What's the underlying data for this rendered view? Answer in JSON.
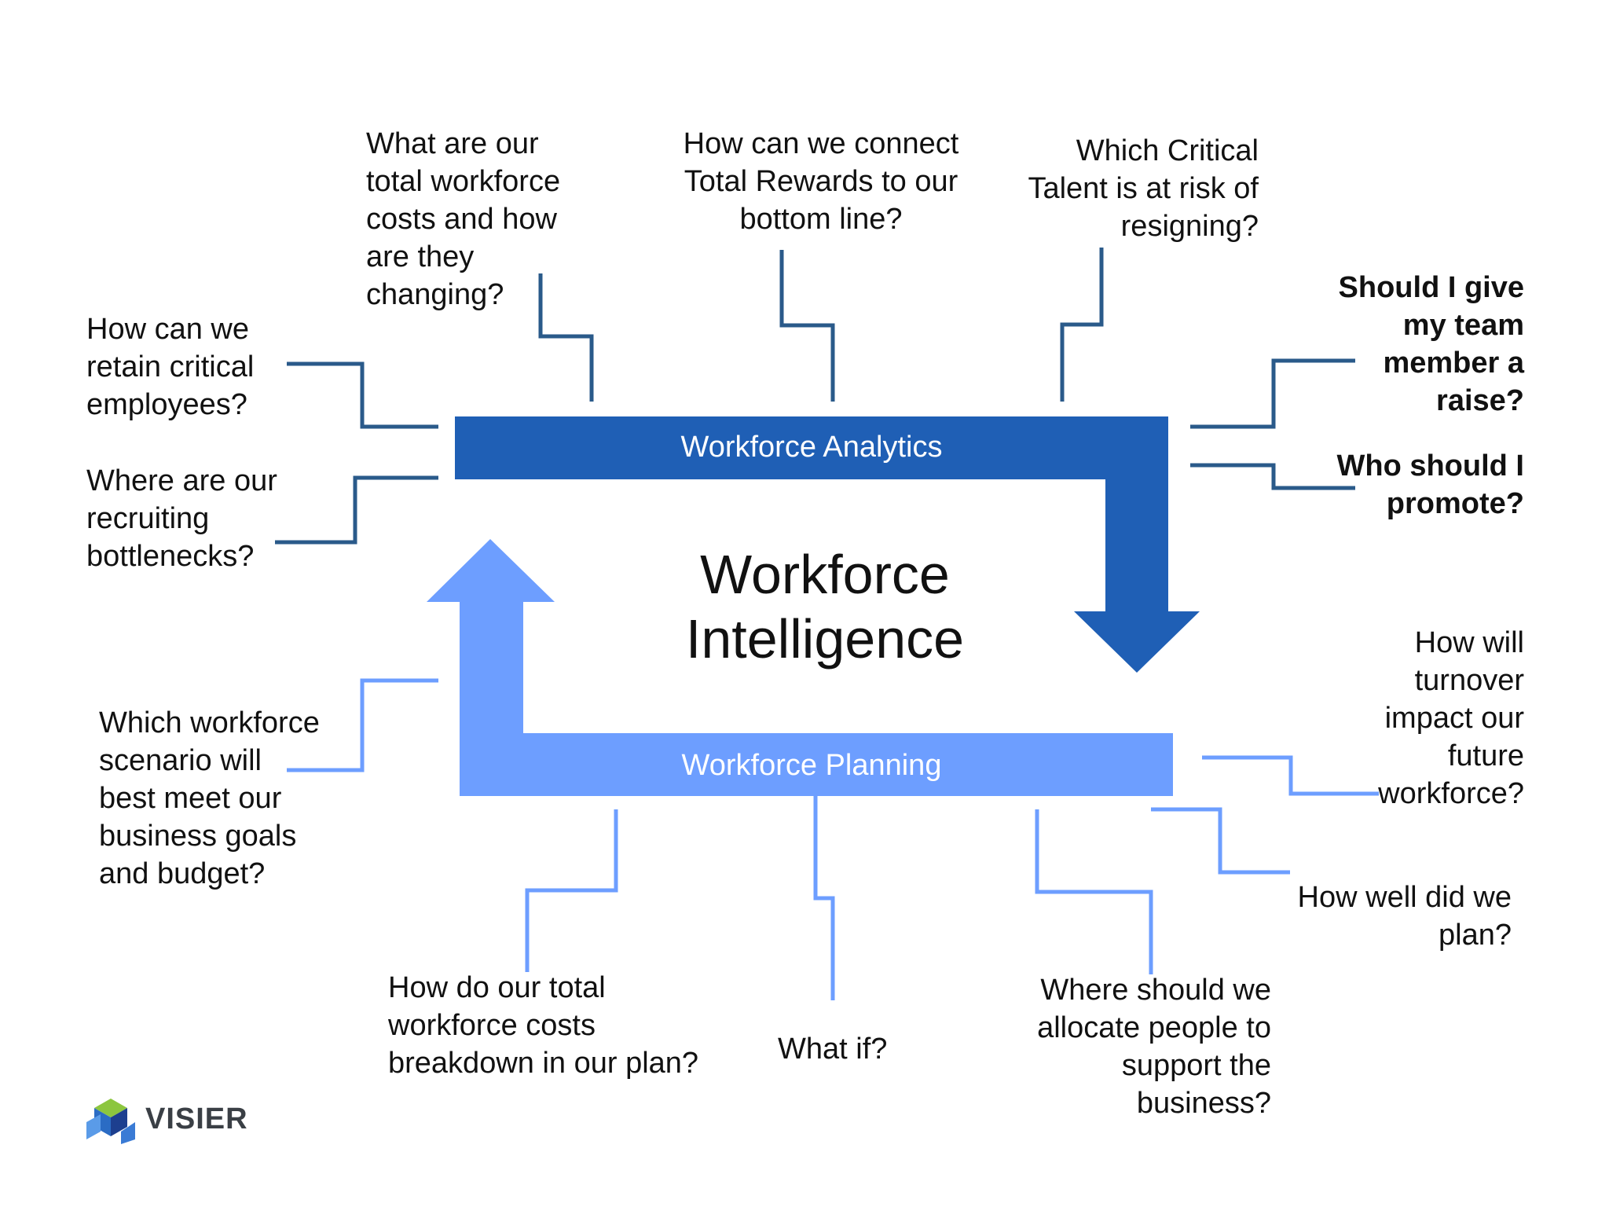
{
  "colors": {
    "analytics": "#1f5fb5",
    "planning": "#6d9eff",
    "analytics_lines": "#2a5a8a",
    "planning_lines": "#6d9eff",
    "text": "#111111"
  },
  "center_title": "Workforce\nIntelligence",
  "analytics_bar": {
    "label": "Workforce Analytics"
  },
  "planning_bar": {
    "label": "Workforce Planning"
  },
  "analytics_questions": [
    "How can we\nretain critical\nemployees?",
    "Where are our\nrecruiting\nbottlenecks?",
    "What are our\ntotal workforce\ncosts and how\nare they\nchanging?",
    "How can we connect\nTotal Rewards to our\nbottom line?",
    "Which Critical\nTalent is at risk of\nresigning?",
    "Should I give\nmy team\nmember a\nraise?",
    "Who should I\npromote?"
  ],
  "planning_questions": [
    "Which workforce\nscenario will\nbest meet our\nbusiness goals\nand budget?",
    "How do our total\nworkforce costs\nbreakdown in our plan?",
    "What if?",
    "Where should we\nallocate people to\nsupport the\nbusiness?",
    "How will\nturnover\nimpact our\nfuture\nworkforce?",
    "How well did we\nplan?"
  ],
  "logo": {
    "text": "VISIER",
    "icon": "visier-logo-icon"
  }
}
